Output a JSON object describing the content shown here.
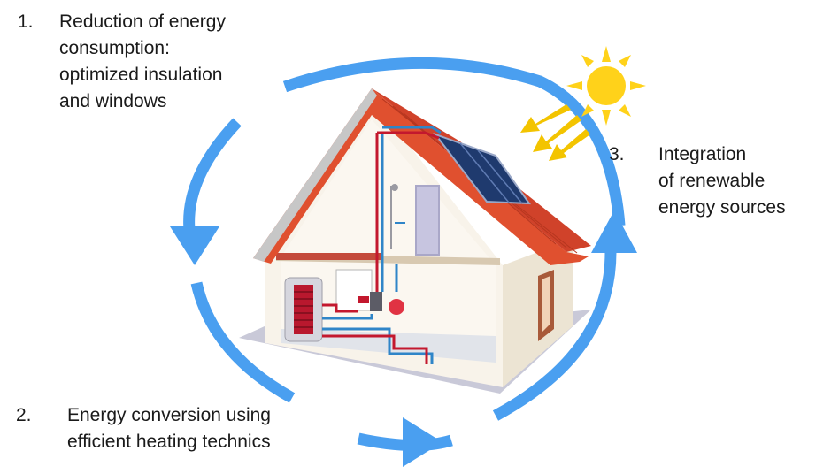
{
  "steps": [
    {
      "number": "1.",
      "lines": [
        "Reduction of energy",
        "consumption:",
        "optimized insulation",
        "and windows"
      ]
    },
    {
      "number": "2.",
      "lines": [
        "Energy conversion using",
        "efficient heating technics"
      ]
    },
    {
      "number": "3.",
      "lines": [
        "Integration",
        "of renewable",
        "energy sources"
      ]
    }
  ],
  "colors": {
    "cycle_arrow": "#4a9ff0",
    "roof": "#e0502f",
    "sun": "#ffd21a",
    "wall": "#f8f3ea",
    "pipe_hot": "#c3182e",
    "pipe_cold": "#2f85c8"
  },
  "icons": [
    "sun-icon",
    "house-illustration",
    "solar-panel-icon",
    "water-tank-icon",
    "boiler-icon",
    "shower-icon",
    "cycle-arrow-icon"
  ]
}
